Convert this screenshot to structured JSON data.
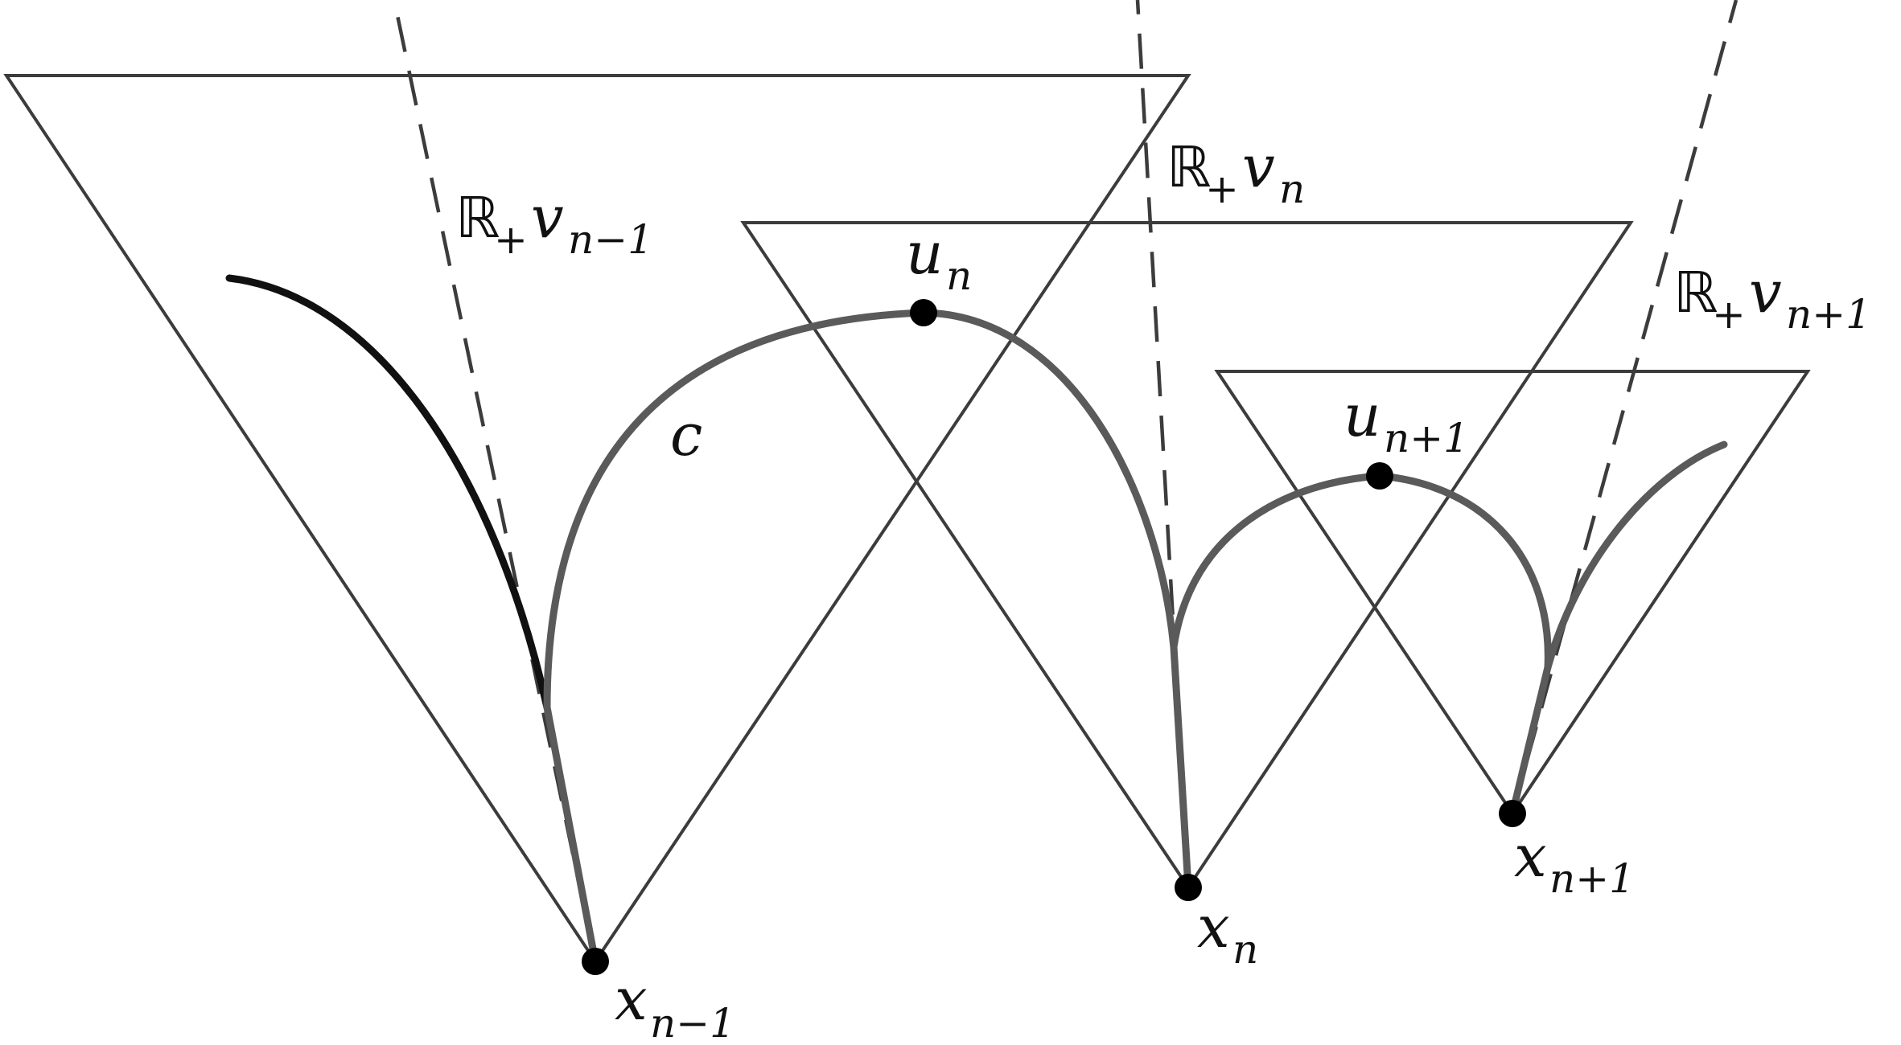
{
  "points": {
    "x_prev": {
      "base": "x",
      "sub": "n−1"
    },
    "x_n": {
      "base": "x",
      "sub": "n"
    },
    "x_next": {
      "base": "x",
      "sub": "n+1"
    },
    "u_n": {
      "base": "u",
      "sub": "n"
    },
    "u_next": {
      "base": "u",
      "sub": "n+1"
    }
  },
  "rays": {
    "ray_prev": {
      "set": "ℝ",
      "plus": "+",
      "vector": "v",
      "sub": "n−1"
    },
    "ray_n": {
      "set": "ℝ",
      "plus": "+",
      "vector": "v",
      "sub": "n"
    },
    "ray_next": {
      "set": "ℝ",
      "plus": "+",
      "vector": "v",
      "sub": "n+1"
    }
  },
  "curve_label": "c",
  "colors": {
    "cone_stroke": "#3c3c3c",
    "curve_grey": "#5a5a5a",
    "curve_black": "#111111",
    "point_fill": "#000000"
  }
}
